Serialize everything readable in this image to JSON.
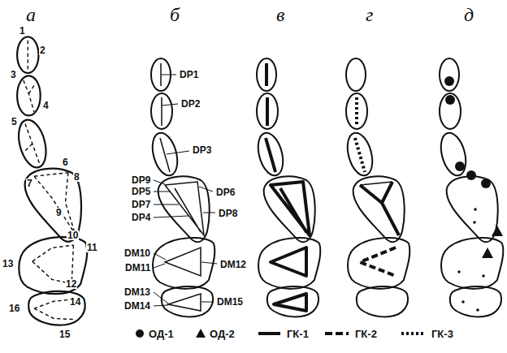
{
  "diagram": {
    "labels": [
      "а",
      "б",
      "в",
      "г",
      "д",
      "1",
      "2",
      "3",
      "4",
      "5",
      "6",
      "7",
      "8",
      "9",
      "10",
      "11",
      "12",
      "13",
      "14",
      "15",
      "16",
      "DP1",
      "DP2",
      "DP3",
      "DP9",
      "DP5",
      "DP7",
      "DP4",
      "DP6",
      "DP8",
      "DM10",
      "DM11",
      "DM12",
      "DM13",
      "DM14",
      "DM15"
    ],
    "legend": [
      {
        "text": "ОД-1"
      },
      {
        "text": "ОД-2"
      },
      {
        "text": "ГК-1"
      },
      {
        "text": "ГК-2"
      },
      {
        "text": "ГК-3"
      }
    ]
  }
}
